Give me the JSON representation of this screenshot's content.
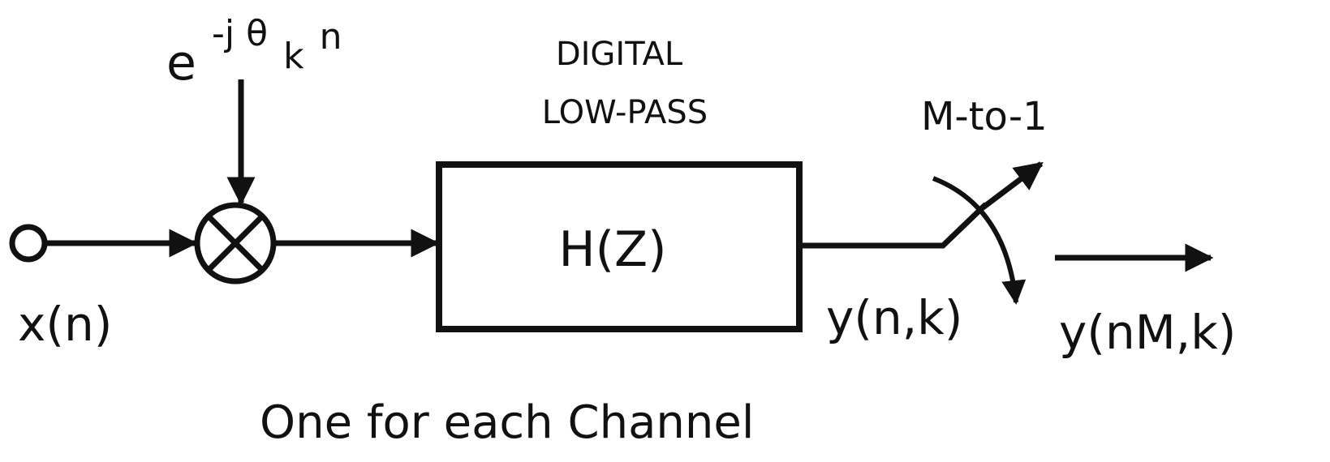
{
  "diagram": {
    "input_label": "x(n)",
    "mixer_exponent": {
      "base": "e",
      "sup_prefix": "-j θ",
      "sub": "k",
      "sup_suffix": "n"
    },
    "filter": {
      "title_line1": "DIGITAL",
      "title_line2": "LOW-PASS",
      "transfer_function": "H(Z)"
    },
    "filter_output_label": "y(n,k)",
    "decimator_label": "M-to-1",
    "output_label": "y(nM,k)",
    "caption": "One for each Channel"
  },
  "colors": {
    "stroke": "#111111",
    "background": "#ffffff"
  }
}
